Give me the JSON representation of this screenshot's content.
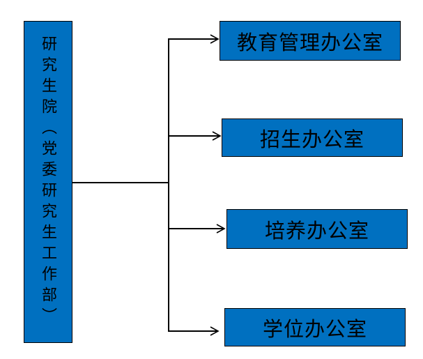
{
  "diagram": {
    "type": "org-chart",
    "background_color": "#ffffff",
    "box_fill_color": "#0070C0",
    "box_border_color": "#000000",
    "connector_color": "#000000",
    "text_color": "#000000",
    "root": {
      "label": "研究生院（党委研究生工作部）",
      "text_direction": "vertical"
    },
    "offices": [
      {
        "label": "教育管理办公室"
      },
      {
        "label": "招生办公室"
      },
      {
        "label": "培养办公室"
      },
      {
        "label": "学位办公室"
      }
    ]
  }
}
